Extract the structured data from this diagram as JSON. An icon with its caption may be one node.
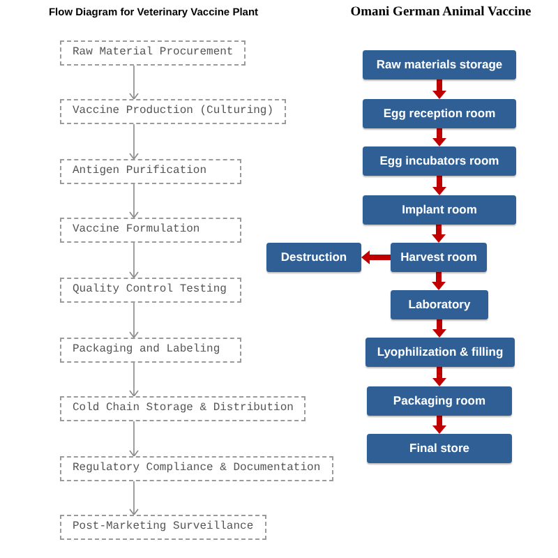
{
  "diagram": {
    "title": "Flow Diagram for Veterinary Vaccine Plant",
    "nodes": [
      {
        "text": [
          "Raw Material Procurement"
        ]
      },
      {
        "text": [
          "Vaccine Production (Culturing)"
        ]
      },
      {
        "text": [
          "Antigen Purification"
        ]
      },
      {
        "text": [
          "Vaccine Formulation"
        ]
      },
      {
        "text": [
          "Quality Control Testing"
        ]
      },
      {
        "text": [
          "Packaging and Labeling"
        ]
      },
      {
        "text": [
          "Cold Chain Storage & Distribution"
        ]
      },
      {
        "text": [
          "Regulatory Compliance & Documentation"
        ]
      },
      {
        "text": [
          "Post-Marketing Surveillance"
        ]
      },
      {
        "text": [
          "Raw materials storage"
        ]
      },
      {
        "text": [
          "Egg reception room"
        ]
      },
      {
        "text": [
          "Egg incubators room"
        ]
      },
      {
        "text": [
          "Implant room"
        ]
      },
      {
        "text": [
          "Destruction"
        ]
      },
      {
        "text": [
          "Harvest room"
        ]
      },
      {
        "text": [
          "Laboratory"
        ]
      },
      {
        "text": [
          "Lyophilization & filling"
        ]
      },
      {
        "text": [
          "Packaging room"
        ]
      },
      {
        "text": [
          "Final store"
        ]
      }
    ],
    "edges": [
      {
        "from": 0,
        "to": 1,
        "arrow": "to",
        "color": "#888888"
      },
      {
        "from": 1,
        "to": 2,
        "arrow": "to",
        "color": "#888888"
      },
      {
        "from": 2,
        "to": 3,
        "arrow": "to",
        "color": "#888888"
      },
      {
        "from": 3,
        "to": 4,
        "arrow": "to",
        "color": "#888888"
      },
      {
        "from": 4,
        "to": 5,
        "arrow": "to",
        "color": "#888888"
      },
      {
        "from": 5,
        "to": 6,
        "arrow": "to",
        "color": "#888888"
      },
      {
        "from": 6,
        "to": 7,
        "arrow": "to",
        "color": "#888888"
      },
      {
        "from": 7,
        "to": 8,
        "arrow": "to",
        "color": "#888888"
      },
      {
        "from": 9,
        "to": 10,
        "arrow": "to"
      },
      {
        "from": 10,
        "to": 11,
        "arrow": "to"
      },
      {
        "from": 11,
        "to": 12,
        "arrow": "to"
      },
      {
        "from": 12,
        "to": 14,
        "arrow": "to"
      },
      {
        "from": 14,
        "to": 13,
        "arrow": "to"
      },
      {
        "from": 14,
        "to": 15,
        "arrow": "to"
      },
      {
        "from": 15,
        "to": 16,
        "arrow": "to"
      },
      {
        "from": 16,
        "to": 17,
        "arrow": "to"
      },
      {
        "from": 17,
        "to": 18,
        "arrow": "to"
      }
    ],
    "labels": [
      "Omani German Animal Vaccine"
    ]
  }
}
